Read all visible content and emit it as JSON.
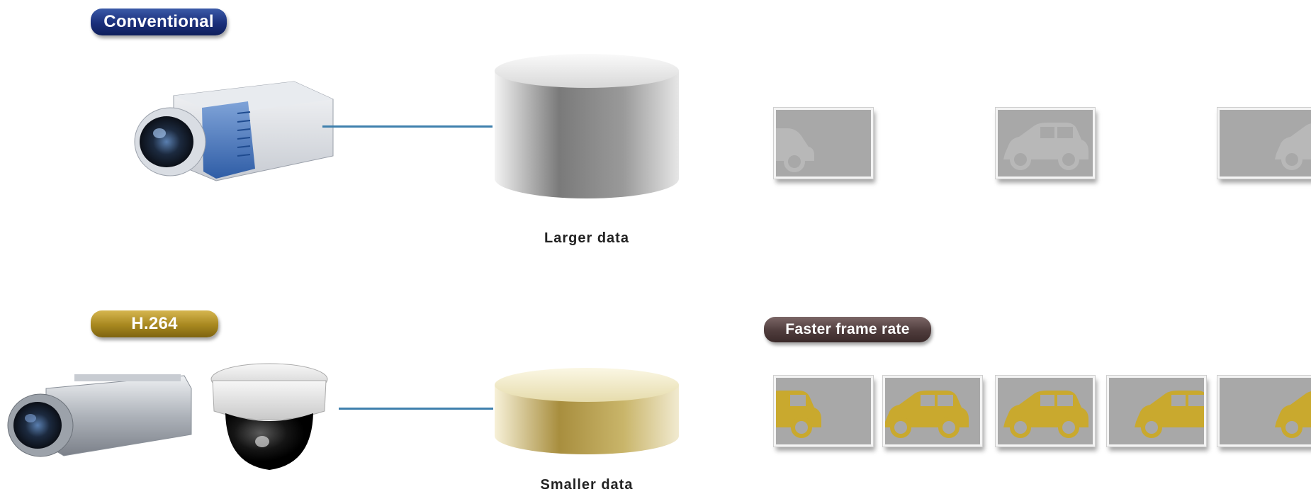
{
  "labels": {
    "conventional": "Conventional",
    "h264": "H.264",
    "faster_frame_rate": "Faster frame rate",
    "larger_data": "Larger data",
    "smaller_data": "Smaller data"
  },
  "colors": {
    "conventional_pill": "#1a2f7a",
    "h264_pill": "#a7871f",
    "faster_pill": "#4f3c3c",
    "link_line": "#3f80ad",
    "frame_bg": "#a8a8a8",
    "car_gray": "#b4b4b4",
    "car_gold": "#c9a92e",
    "storage_large": "#8a8a8a",
    "storage_small": "#c9b56a"
  },
  "icons": {
    "conventional_camera": "box-camera-icon",
    "h264_box_camera": "box-camera-icon",
    "h264_dome_camera": "dome-camera-icon",
    "storage_large": "database-cylinder-icon",
    "storage_small": "database-cylinder-icon",
    "car": "car-icon"
  },
  "conventional_frames": 3,
  "h264_frames": 5
}
